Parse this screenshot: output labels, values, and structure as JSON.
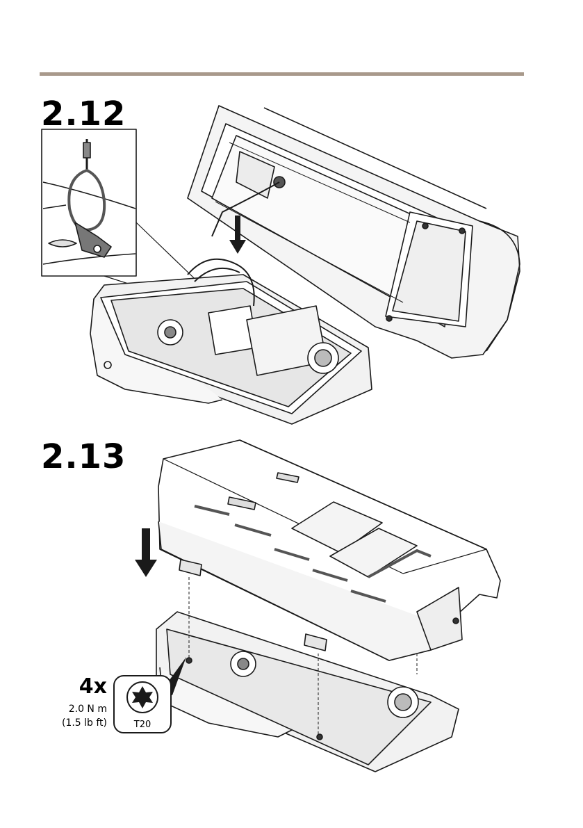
{
  "steps": [
    {
      "number": "2.12"
    },
    {
      "number": "2.13"
    }
  ],
  "callout": {
    "quantity": "4x",
    "torque_metric": "2.0 N m",
    "torque_imperial": "(1.5 lb ft)",
    "bit_label": "T20"
  },
  "colors": {
    "rule": "#a8998b",
    "line": "#1a1a1a",
    "shade": "#d6d6d6",
    "dark_part": "#6e6e6e"
  }
}
